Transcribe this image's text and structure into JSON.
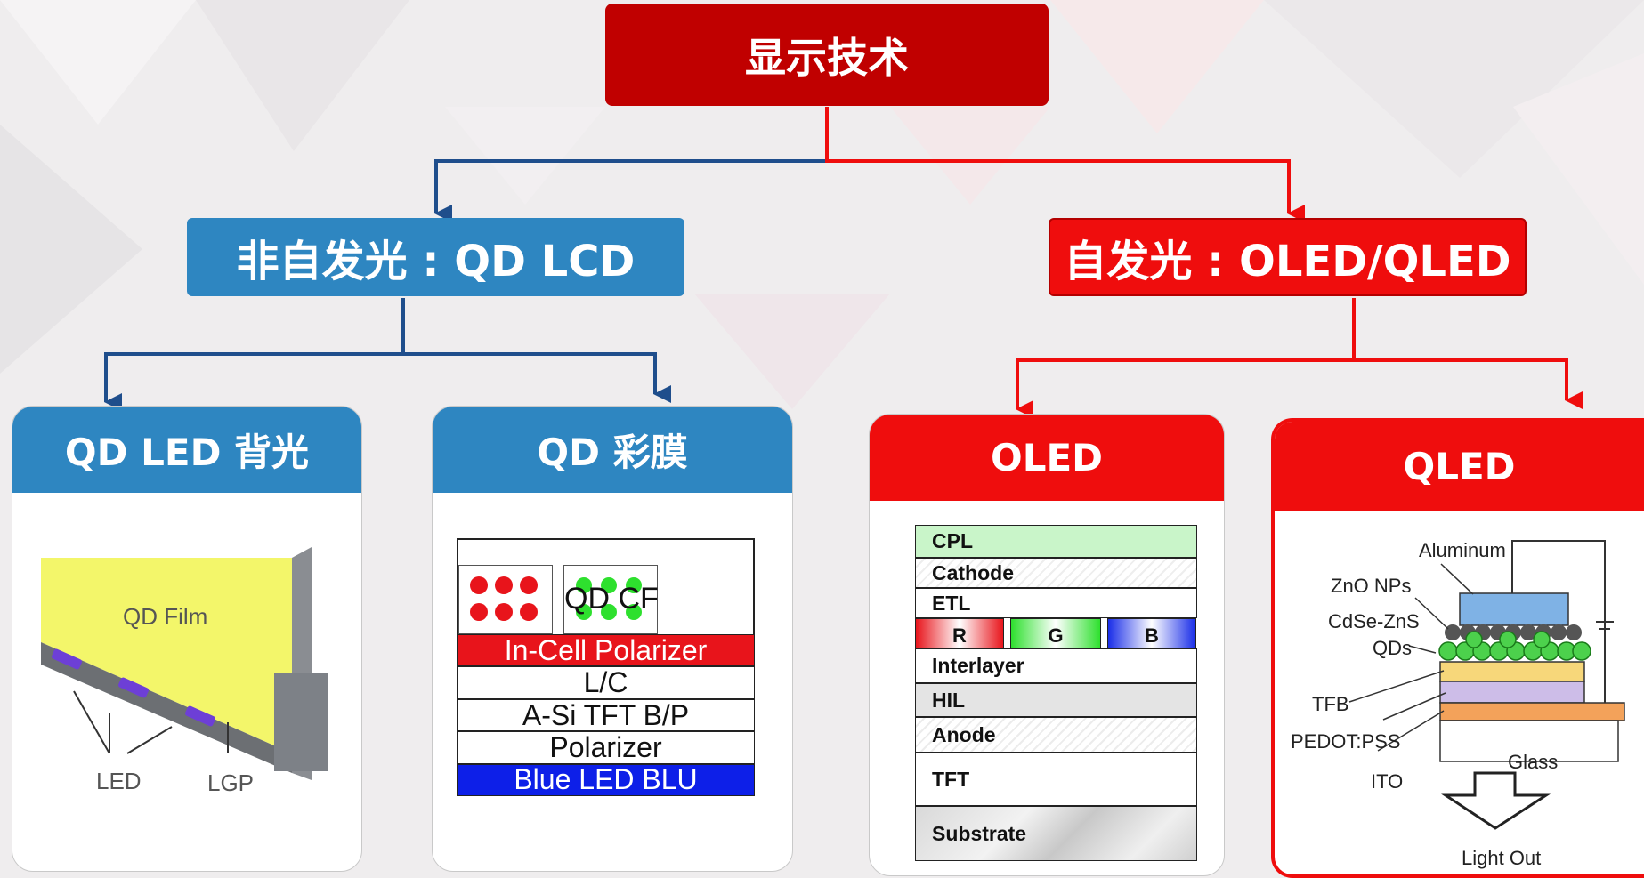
{
  "root": {
    "label": "显示技术"
  },
  "branches": {
    "non_emissive": {
      "label": "非自发光 : QD LCD"
    },
    "emissive": {
      "label": "自发光 : OLED/QLED"
    }
  },
  "cards": {
    "qd_led": {
      "title": "QD LED 背光",
      "image": {
        "film_label": "QD Film",
        "led_label": "LED",
        "lgp_label": "LGP"
      }
    },
    "qd_cf": {
      "title": "QD 彩膜",
      "cf_label": "QD CF",
      "layers": [
        {
          "label": "In-Cell Polarizer",
          "bg": "#e8141b",
          "fg": "#ffffff"
        },
        {
          "label": "L/C",
          "bg": "#ffffff",
          "fg": "#111111"
        },
        {
          "label": "A-Si TFT B/P",
          "bg": "#ffffff",
          "fg": "#111111"
        },
        {
          "label": "Polarizer",
          "bg": "#ffffff",
          "fg": "#111111"
        },
        {
          "label": "Blue LED BLU",
          "bg": "#0d1fe8",
          "fg": "#ffffff"
        }
      ]
    },
    "oled": {
      "title": "OLED",
      "layers": [
        "CPL",
        "Cathode",
        "ETL",
        "Interlayer",
        "HIL",
        "Anode",
        "TFT",
        "Substrate"
      ],
      "rgb": [
        "R",
        "G",
        "B"
      ],
      "colors": {
        "cpl": "#c9f5c9",
        "r": "#e8141b",
        "g": "#2ee02e",
        "b": "#1a2ee8"
      }
    },
    "qled": {
      "title": "QLED",
      "labels": {
        "aluminum": "Aluminum",
        "zno": "ZnO NPs",
        "cdse": "CdSe-ZnS",
        "qds": "QDs",
        "tfb": "TFB",
        "pedot": "PEDOT:PSS",
        "ito": "ITO",
        "glass": "Glass",
        "light": "Light Out"
      }
    }
  },
  "colors": {
    "red": "#ef0d0d",
    "dark_red": "#c00000",
    "blue": "#2e86c1",
    "navy": "#1f4e8c"
  }
}
